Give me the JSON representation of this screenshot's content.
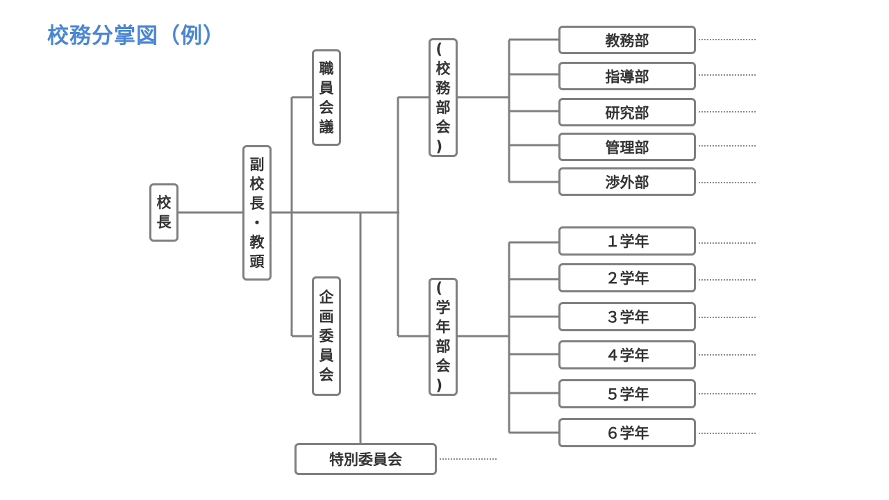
{
  "title": "校務分掌図（例）",
  "colors": {
    "title": "#4a86d4",
    "line": "#7f7f7f",
    "text": "#333333"
  },
  "nodes": {
    "principal": "校長",
    "vice_principal": "副校長・教頭",
    "staff_meeting": "職員会議",
    "planning_committee": "企画委員会",
    "school_affairs_council": "(校務部会)",
    "grade_council": "(学年部会)",
    "special_committee": "特別委員会"
  },
  "departments": [
    "教務部",
    "指導部",
    "研究部",
    "管理部",
    "渉外部"
  ],
  "grades": [
    "１学年",
    "２学年",
    "３学年",
    "４学年",
    "５学年",
    "６学年"
  ]
}
